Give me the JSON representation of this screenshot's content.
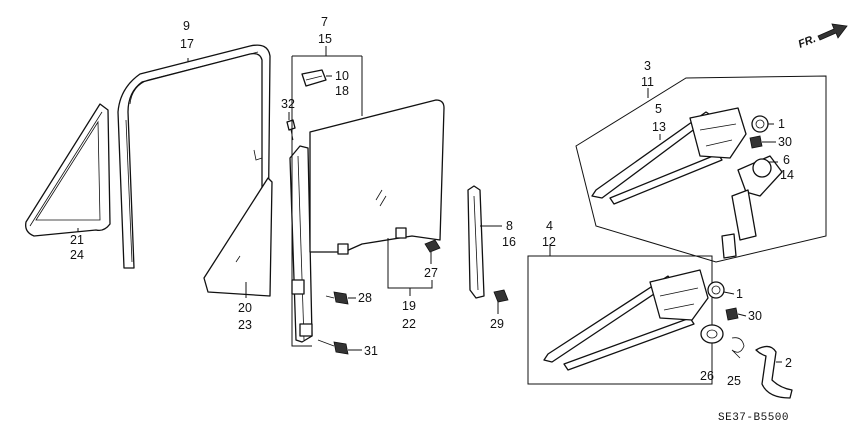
{
  "diagram": {
    "diagram_code": "SE37-B5500",
    "direction_label": "FR.",
    "callouts": {
      "p9": "9",
      "p17": "17",
      "p7": "7",
      "p15": "15",
      "p10": "10",
      "p18": "18",
      "p32": "32",
      "p3": "3",
      "p11": "11",
      "p5": "5",
      "p13": "13",
      "p1a": "1",
      "p30a": "30",
      "p6": "6",
      "p14": "14",
      "p21": "21",
      "p24": "24",
      "p20": "20",
      "p23": "23",
      "p27": "27",
      "p28": "28",
      "p19": "19",
      "p22": "22",
      "p8": "8",
      "p16": "16",
      "p4": "4",
      "p12": "12",
      "p29": "29",
      "p1b": "1",
      "p30b": "30",
      "p31": "31",
      "p2": "2",
      "p26": "26",
      "p25": "25"
    }
  }
}
